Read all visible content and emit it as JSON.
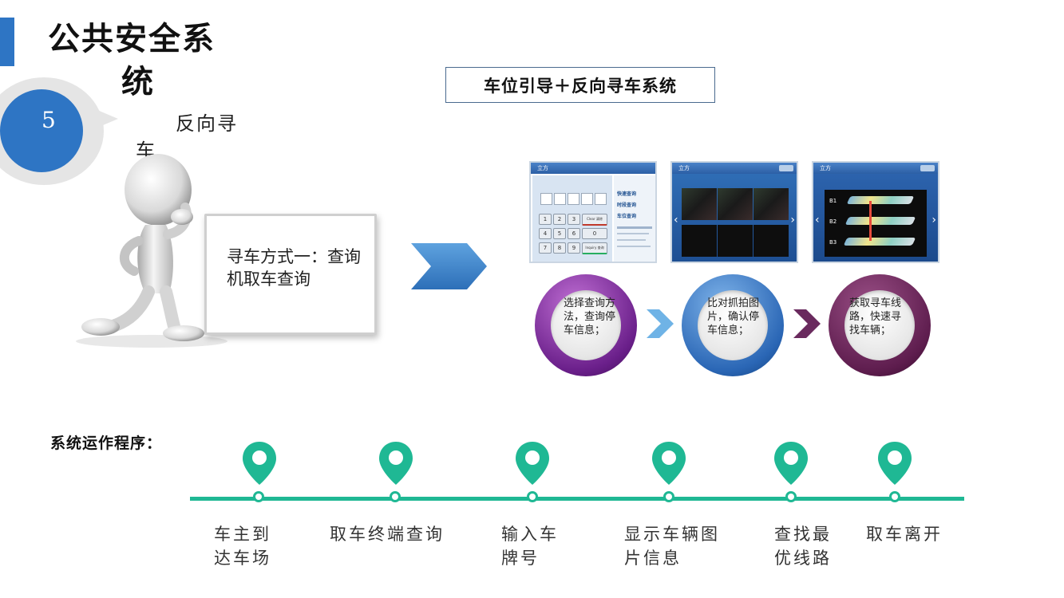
{
  "header": {
    "title_line1": "公共安全系",
    "title_line2": "统"
  },
  "section": {
    "number": "5",
    "subtitle_line1": "反向寻",
    "subtitle_line2": "车"
  },
  "board": {
    "line1": "寻车方式一：查询",
    "line2": "机取车查询"
  },
  "system_title": "车位引导＋反向寻车系统",
  "screens": {
    "logo_text": "立方",
    "shot1": {
      "keys": [
        "1",
        "2",
        "3",
        "Clear 清除",
        "4",
        "5",
        "6",
        "0",
        "7",
        "8",
        "9",
        "Inquiry 查询"
      ],
      "menu": [
        "快速查询",
        "时段查询",
        "车位查询"
      ]
    },
    "shot3": {
      "floors": [
        "B1",
        "B2",
        "B3"
      ]
    }
  },
  "steps": [
    {
      "text": "选择查询方法，查询停车信息；",
      "color": "#7a2a9a"
    },
    {
      "text": "比对抓拍图片，确认停车信息；",
      "color": "#2a66b5"
    },
    {
      "text": "获取寻车线路，快速寻找车辆；",
      "color": "#5e1d4e"
    }
  ],
  "process": {
    "title": "系统运作程序：",
    "accent_color": "#1fb894",
    "items": [
      {
        "line1": "车主到",
        "line2": "达车场"
      },
      {
        "line1": "取车终端查询",
        "line2": ""
      },
      {
        "line1": "输入车",
        "line2": "牌号"
      },
      {
        "line1": "显示车辆图",
        "line2": "片信息"
      },
      {
        "line1": "查找最",
        "line2": "优线路"
      },
      {
        "line1": "取车离开",
        "line2": ""
      }
    ]
  }
}
